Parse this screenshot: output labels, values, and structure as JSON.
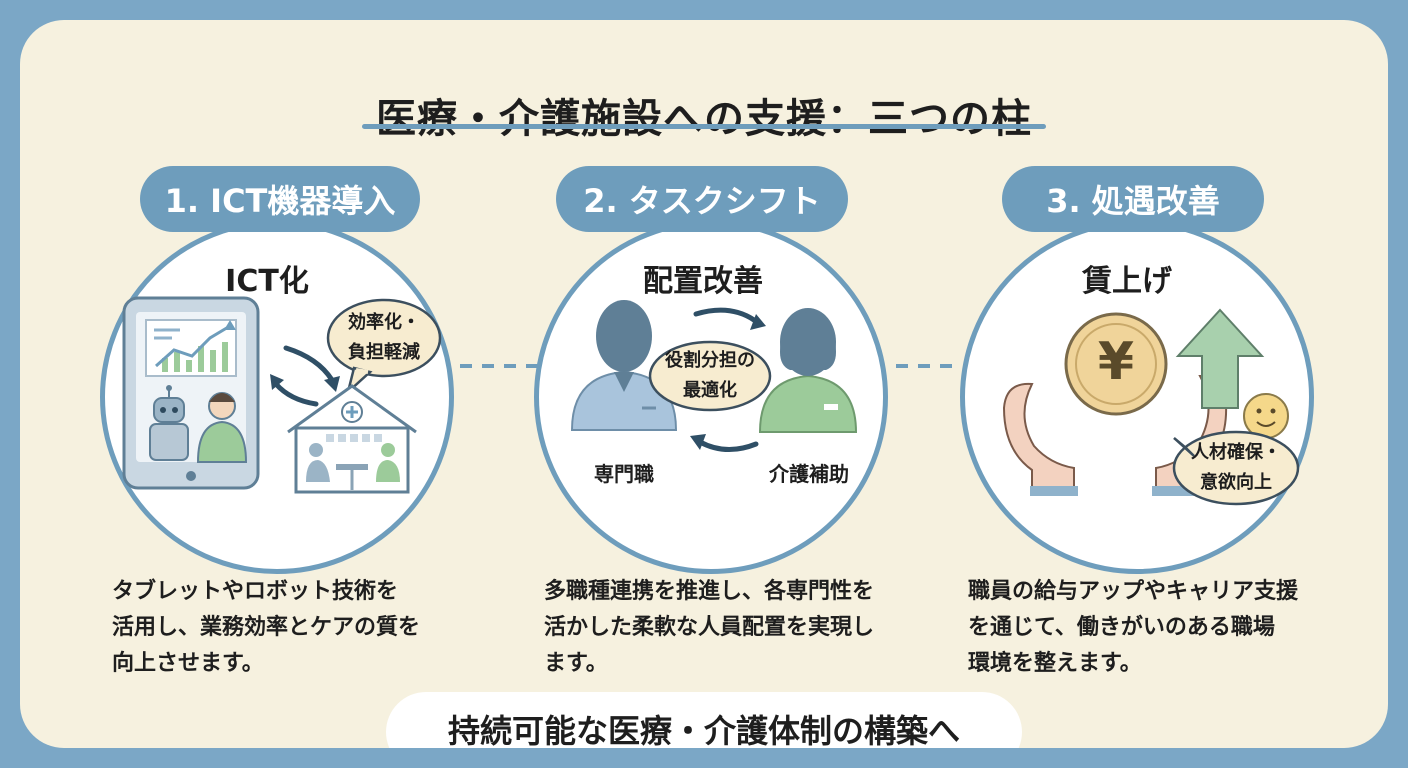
{
  "title": "医療・介護施設への支援：三つの柱",
  "pillars": [
    {
      "heading": "1. ICT機器導入",
      "subheading": "ICT化",
      "bubble": [
        "効率化・",
        "負担軽減"
      ],
      "description": [
        "タブレットやロボット技術を",
        "活用し、業務効率とケアの質を",
        "向上させます。"
      ],
      "icons": [
        "tablet-icon",
        "chart-icon",
        "robot-icon",
        "nurse-icon",
        "cycle-arrows-icon",
        "care-facility-icon"
      ]
    },
    {
      "heading": "2. タスクシフト",
      "subheading": "配置改善",
      "bubble": [
        "役割分担の",
        "最適化"
      ],
      "left_role": "専門職",
      "right_role": "介護補助",
      "description": [
        "多職種連携を推進し、各専門性を",
        "活かした柔軟な人員配置を実現し",
        "ます。"
      ],
      "icons": [
        "professional-person-icon",
        "care-assistant-icon",
        "swap-arrows-icon"
      ]
    },
    {
      "heading": "3. 処遇改善",
      "subheading": "賃上げ",
      "coin_symbol": "¥",
      "bubble": [
        "人材確保・",
        "意欲向上"
      ],
      "description": [
        "職員の給与アップやキャリア支援",
        "を通じて、働きがいのある職場",
        "環境を整えます。"
      ],
      "icons": [
        "yen-coin-icon",
        "hands-icon",
        "up-arrow-icon",
        "smiley-icon"
      ]
    }
  ],
  "footer": "持続可能な医療・介護体制の構築へ",
  "colors": {
    "frame": "#7ba7c6",
    "background": "#f6f1df",
    "accent": "#6e9dbc",
    "green": "#9ccb9a",
    "gold": "#f0d49a"
  }
}
